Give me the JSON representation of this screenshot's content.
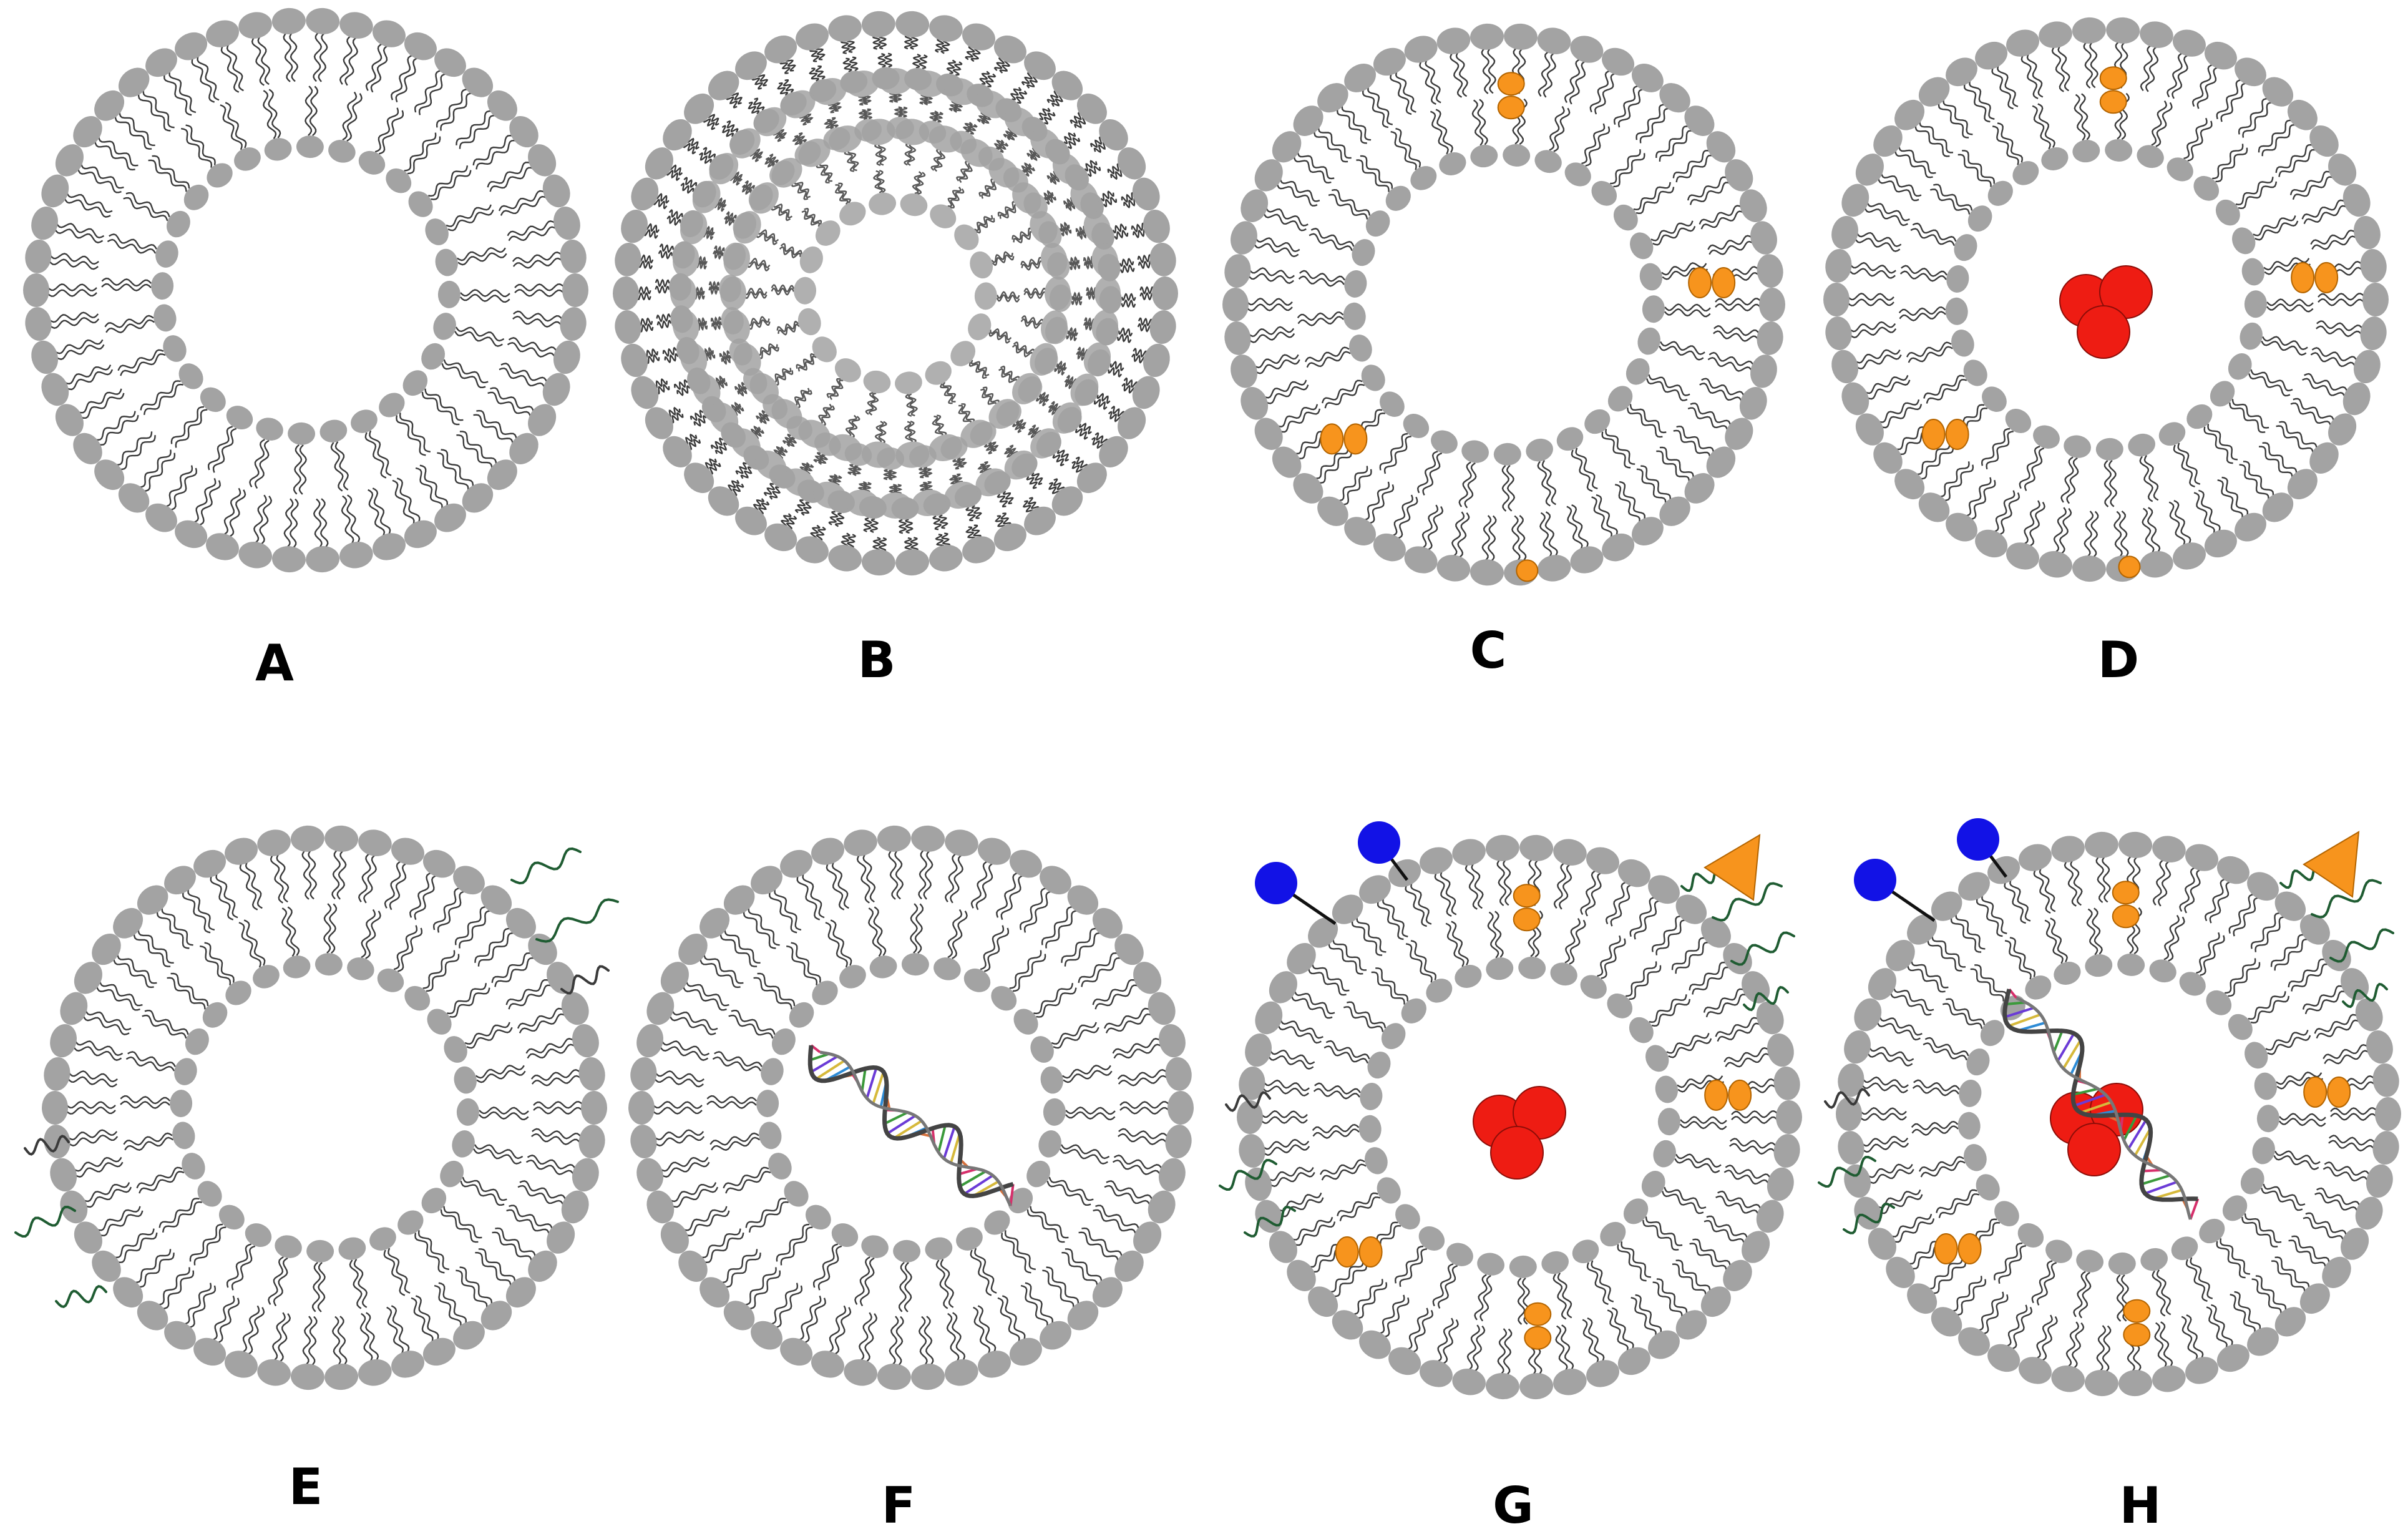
{
  "colors": {
    "lipid": "#a3a3a3",
    "tail": "#3a3a3a",
    "protein": "#f7941d",
    "protein_stroke": "#b36400",
    "drug": "#ee1c13",
    "drug_stroke": "#8c0d08",
    "ligand": "#1212e6",
    "peg": "#1f5c32",
    "background": "#ffffff"
  },
  "panels": [
    {
      "label": "A",
      "features": [
        "lipid-bilayer"
      ]
    },
    {
      "label": "B",
      "features": [
        "lipid-bilayer",
        "multilamellar"
      ]
    },
    {
      "label": "C",
      "features": [
        "lipid-bilayer",
        "membrane-proteins"
      ]
    },
    {
      "label": "D",
      "features": [
        "lipid-bilayer",
        "membrane-proteins",
        "encapsulated-drug"
      ]
    },
    {
      "label": "E",
      "features": [
        "lipid-bilayer",
        "peg-chains"
      ]
    },
    {
      "label": "F",
      "features": [
        "lipid-bilayer",
        "nucleic-acid"
      ]
    },
    {
      "label": "G",
      "features": [
        "lipid-bilayer",
        "membrane-proteins",
        "encapsulated-drug",
        "peg-chains",
        "targeting-ligands",
        "triangle-ligand"
      ]
    },
    {
      "label": "H",
      "features": [
        "lipid-bilayer",
        "membrane-proteins",
        "encapsulated-drug",
        "peg-chains",
        "targeting-ligands",
        "triangle-ligand",
        "nucleic-acid"
      ]
    }
  ]
}
